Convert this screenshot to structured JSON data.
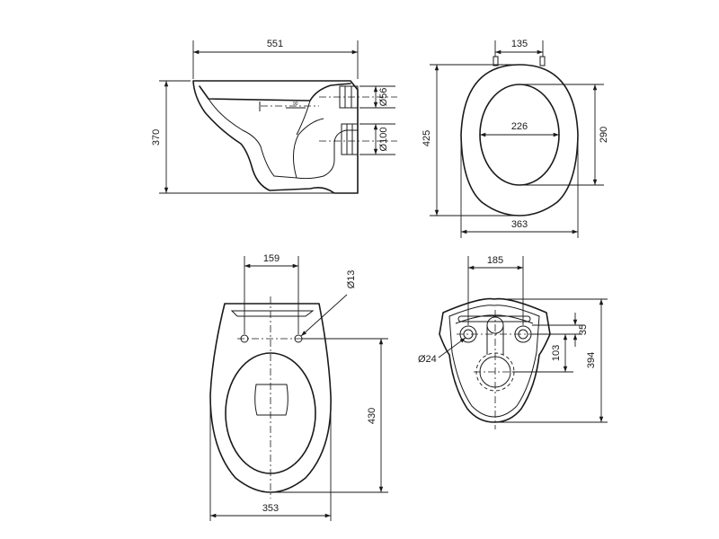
{
  "views": {
    "side": {
      "width_label": "551",
      "height_label": "370",
      "inlet_label": "Ø56",
      "outlet_label": "Ø100",
      "inner_mark": "90"
    },
    "seat_top": {
      "hinge_spacing_label": "135",
      "overall_length_label": "425",
      "opening_width_label": "226",
      "opening_length_label": "290",
      "overall_width_label": "363"
    },
    "bowl_top": {
      "bolt_spacing_label": "159",
      "bolt_hole_label": "Ø13",
      "length_label": "430",
      "width_label": "353"
    },
    "rear": {
      "bolt_spacing_label": "185",
      "bolt_diameter_label": "Ø24",
      "height_label": "394",
      "bolt_height_label": "35",
      "outlet_height_label": "103"
    }
  }
}
